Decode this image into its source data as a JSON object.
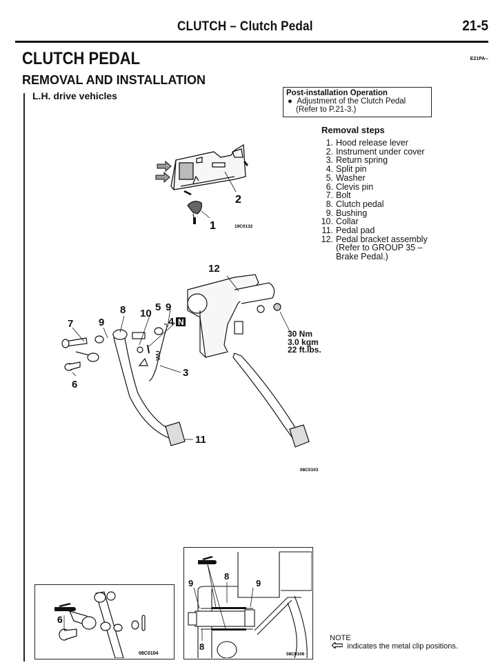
{
  "header": {
    "title": "CLUTCH – Clutch Pedal",
    "page_number": "21-5"
  },
  "section": {
    "title": "CLUTCH PEDAL",
    "code": "E21PA--",
    "subtitle": "REMOVAL AND INSTALLATION",
    "applicability": "L.H. drive vehicles"
  },
  "post_installation": {
    "title": "Post-installation Operation",
    "bullet": "●",
    "item": "Adjustment of the Clutch Pedal",
    "reference": "(Refer to P.21-3.)"
  },
  "removal_steps": {
    "title": "Removal steps",
    "items": [
      {
        "num": "1.",
        "label": "Hood release lever"
      },
      {
        "num": "2.",
        "label": "Instrument under cover"
      },
      {
        "num": "3.",
        "label": "Return spring"
      },
      {
        "num": "4.",
        "label": "Split pin"
      },
      {
        "num": "5.",
        "label": "Washer"
      },
      {
        "num": "6.",
        "label": "Clevis pin"
      },
      {
        "num": "7.",
        "label": "Bolt"
      },
      {
        "num": "8.",
        "label": "Clutch pedal"
      },
      {
        "num": "9.",
        "label": "Bushing"
      },
      {
        "num": "10.",
        "label": "Collar"
      },
      {
        "num": "11.",
        "label": "Pedal pad"
      },
      {
        "num": "12.",
        "label": "Pedal bracket assembly"
      }
    ],
    "item12_continuation": [
      "(Refer to GROUP 35 –",
      "Brake Pedal.)"
    ]
  },
  "figures": {
    "fig1": {
      "code": "19C0132",
      "callouts": [
        "1",
        "2"
      ]
    },
    "fig2": {
      "code": "08C0103",
      "callouts": [
        "12",
        "8",
        "10",
        "5",
        "9",
        "7",
        "9",
        "4",
        "3",
        "6",
        "11"
      ],
      "new_part_badge": "N",
      "torque": [
        "30 Nm",
        "3.0 kgm",
        "22 ft.lbs."
      ]
    },
    "fig3": {
      "code": "08C0104",
      "callouts": [
        "6"
      ]
    },
    "fig4": {
      "code": "08C0106",
      "callouts": [
        "9",
        "8",
        "9",
        "8"
      ]
    }
  },
  "note": {
    "title": "NOTE",
    "icon": "arrow-left-icon",
    "text": "indicates the metal clip positions."
  }
}
